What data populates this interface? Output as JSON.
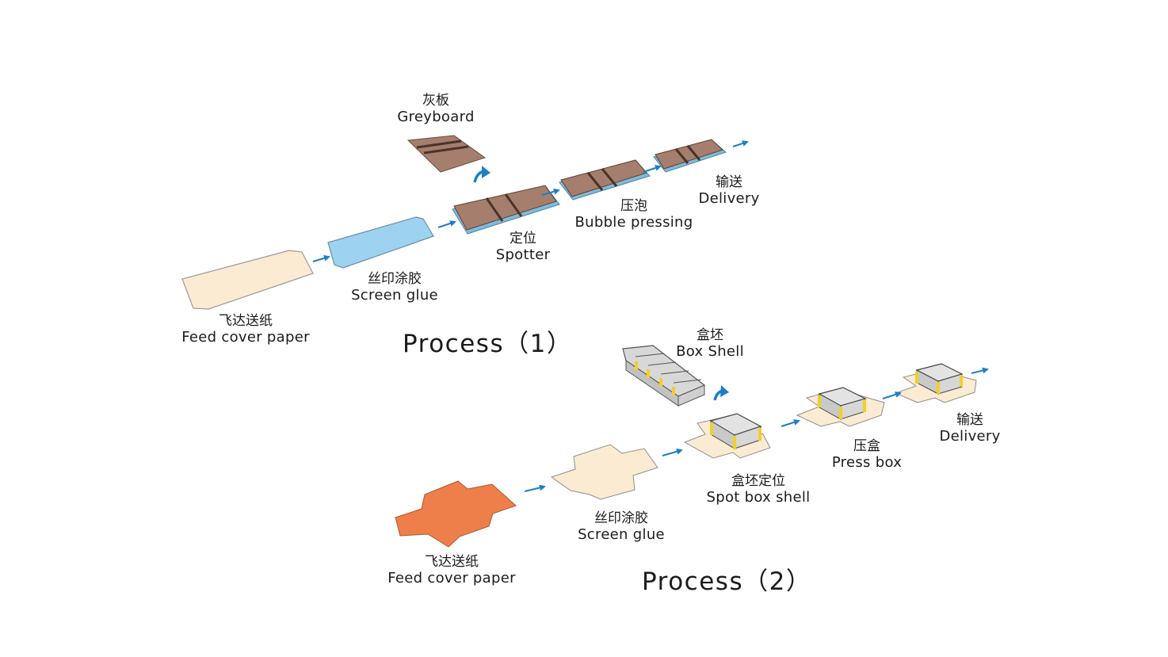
{
  "process1": {
    "title": "Process（1）",
    "greyboard": {
      "zh": "灰板",
      "en": "Greyboard"
    },
    "feed": {
      "zh": "飞达送纸",
      "en": "Feed cover paper"
    },
    "glue": {
      "zh": "丝印涂胶",
      "en": "Screen glue"
    },
    "spotter": {
      "zh": "定位",
      "en": "Spotter"
    },
    "bubble": {
      "zh": "压泡",
      "en": "Bubble pressing"
    },
    "delivery": {
      "zh": "输送",
      "en": "Delivery"
    }
  },
  "process2": {
    "title": "Process（2）",
    "shell": {
      "zh": "盒坯",
      "en": "Box Shell"
    },
    "feed": {
      "zh": "飞达送纸",
      "en": "Feed cover paper"
    },
    "glue": {
      "zh": "丝印涂胶",
      "en": "Screen glue"
    },
    "spot": {
      "zh": "盒坯定位",
      "en": "Spot box shell"
    },
    "press": {
      "zh": "压盒",
      "en": "Press box"
    },
    "delivery": {
      "zh": "输送",
      "en": "Delivery"
    }
  },
  "colors": {
    "cover_paper": "#FAEBD2",
    "glue_blue": "#9DD3F0",
    "greyboard_brown": "#A57E6D",
    "orange_paper": "#EE7F4B",
    "box_grey": "#D8D8D8",
    "tape_yellow": "#F0D02A",
    "arrow_blue": "#1C7FC6"
  }
}
